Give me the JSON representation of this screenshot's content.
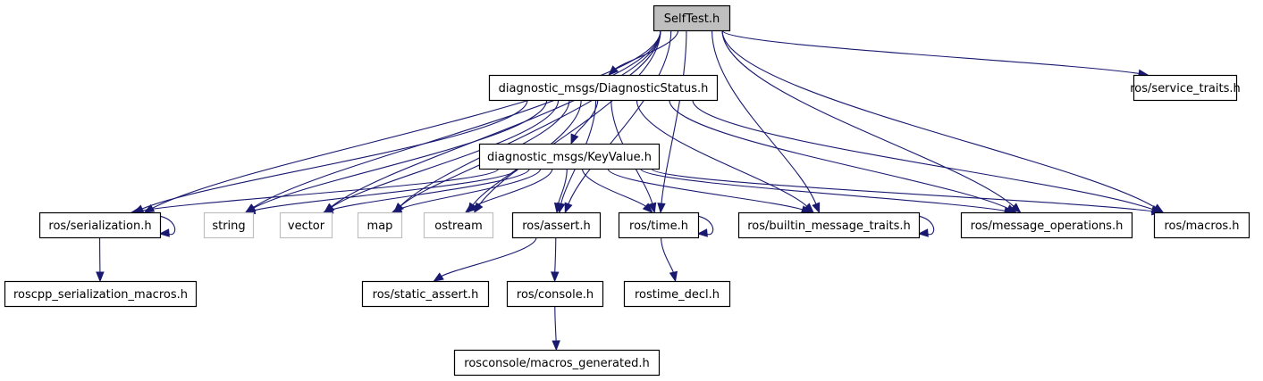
{
  "diagram": {
    "type": "include-dependency-graph",
    "root": "SelfTest.h",
    "colors": {
      "edge": "#191970",
      "root_fill": "#bfbfbf",
      "node_border": "#000000",
      "external_border": "#bfbfbf",
      "node_fill": "#ffffff"
    },
    "nodes": [
      {
        "id": "selftest",
        "label": "SelfTest.h",
        "kind": "root"
      },
      {
        "id": "diagstatus",
        "label": "diagnostic_msgs/DiagnosticStatus.h",
        "kind": "file"
      },
      {
        "id": "service_traits",
        "label": "ros/service_traits.h",
        "kind": "file"
      },
      {
        "id": "keyvalue",
        "label": "diagnostic_msgs/KeyValue.h",
        "kind": "file"
      },
      {
        "id": "serialization",
        "label": "ros/serialization.h",
        "kind": "file"
      },
      {
        "id": "string",
        "label": "string",
        "kind": "external"
      },
      {
        "id": "vector",
        "label": "vector",
        "kind": "external"
      },
      {
        "id": "map",
        "label": "map",
        "kind": "external"
      },
      {
        "id": "ostream",
        "label": "ostream",
        "kind": "external"
      },
      {
        "id": "assert",
        "label": "ros/assert.h",
        "kind": "file"
      },
      {
        "id": "time",
        "label": "ros/time.h",
        "kind": "file"
      },
      {
        "id": "builtin",
        "label": "ros/builtin_message_traits.h",
        "kind": "file"
      },
      {
        "id": "msgops",
        "label": "ros/message_operations.h",
        "kind": "file"
      },
      {
        "id": "macros",
        "label": "ros/macros.h",
        "kind": "file"
      },
      {
        "id": "roscpp_ser_macros",
        "label": "roscpp_serialization_macros.h",
        "kind": "file"
      },
      {
        "id": "static_assert",
        "label": "ros/static_assert.h",
        "kind": "file"
      },
      {
        "id": "console",
        "label": "ros/console.h",
        "kind": "file"
      },
      {
        "id": "rostime_decl",
        "label": "rostime_decl.h",
        "kind": "file"
      },
      {
        "id": "macros_generated",
        "label": "rosconsole/macros_generated.h",
        "kind": "file"
      }
    ],
    "edges": [
      {
        "from": "selftest",
        "to": "diagstatus"
      },
      {
        "from": "selftest",
        "to": "service_traits"
      },
      {
        "from": "selftest",
        "to": "serialization"
      },
      {
        "from": "selftest",
        "to": "string"
      },
      {
        "from": "selftest",
        "to": "vector"
      },
      {
        "from": "selftest",
        "to": "map"
      },
      {
        "from": "selftest",
        "to": "ostream"
      },
      {
        "from": "selftest",
        "to": "assert"
      },
      {
        "from": "selftest",
        "to": "time"
      },
      {
        "from": "selftest",
        "to": "builtin"
      },
      {
        "from": "selftest",
        "to": "msgops"
      },
      {
        "from": "selftest",
        "to": "macros"
      },
      {
        "from": "diagstatus",
        "to": "keyvalue"
      },
      {
        "from": "diagstatus",
        "to": "serialization"
      },
      {
        "from": "diagstatus",
        "to": "string"
      },
      {
        "from": "diagstatus",
        "to": "vector"
      },
      {
        "from": "diagstatus",
        "to": "map"
      },
      {
        "from": "diagstatus",
        "to": "ostream"
      },
      {
        "from": "diagstatus",
        "to": "assert"
      },
      {
        "from": "diagstatus",
        "to": "time"
      },
      {
        "from": "diagstatus",
        "to": "builtin"
      },
      {
        "from": "diagstatus",
        "to": "msgops"
      },
      {
        "from": "diagstatus",
        "to": "macros"
      },
      {
        "from": "keyvalue",
        "to": "serialization"
      },
      {
        "from": "keyvalue",
        "to": "string"
      },
      {
        "from": "keyvalue",
        "to": "vector"
      },
      {
        "from": "keyvalue",
        "to": "map"
      },
      {
        "from": "keyvalue",
        "to": "ostream"
      },
      {
        "from": "keyvalue",
        "to": "assert"
      },
      {
        "from": "keyvalue",
        "to": "time"
      },
      {
        "from": "keyvalue",
        "to": "builtin"
      },
      {
        "from": "keyvalue",
        "to": "msgops"
      },
      {
        "from": "keyvalue",
        "to": "macros"
      },
      {
        "from": "serialization",
        "to": "serialization"
      },
      {
        "from": "serialization",
        "to": "roscpp_ser_macros"
      },
      {
        "from": "time",
        "to": "time"
      },
      {
        "from": "time",
        "to": "rostime_decl"
      },
      {
        "from": "builtin",
        "to": "builtin"
      },
      {
        "from": "assert",
        "to": "static_assert"
      },
      {
        "from": "assert",
        "to": "console"
      },
      {
        "from": "console",
        "to": "macros_generated"
      }
    ]
  }
}
